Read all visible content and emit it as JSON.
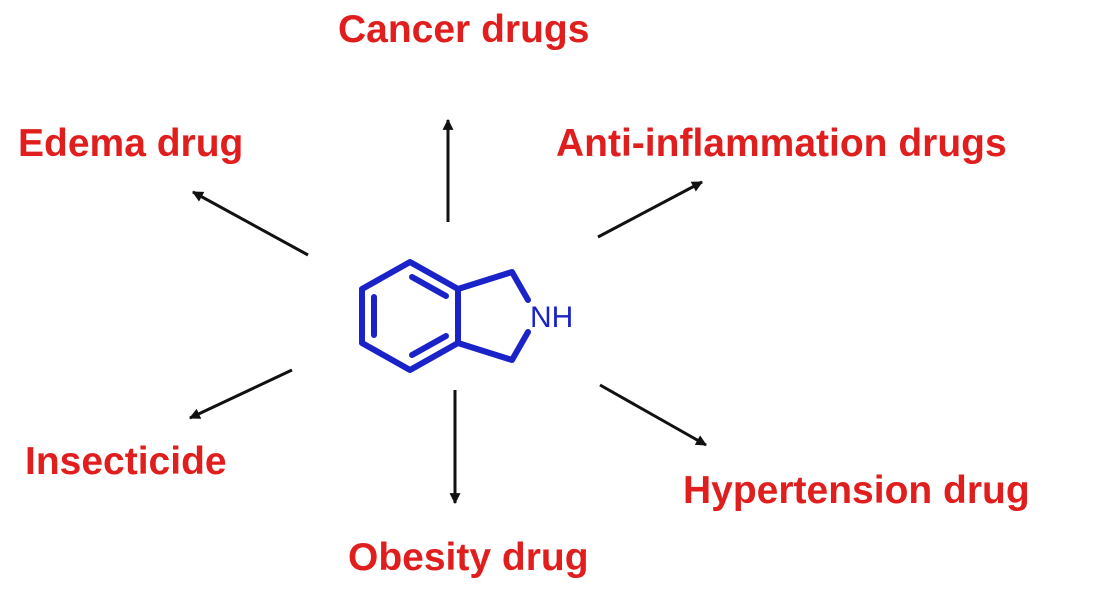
{
  "colors": {
    "label": "#e01e1e",
    "molecule": "#1a23c8",
    "arrow": "#111111"
  },
  "molecule": {
    "atom_label": "NH"
  },
  "applications": [
    {
      "label": "Cancer drugs"
    },
    {
      "label": "Edema drug"
    },
    {
      "label": "Anti-inflammation drugs"
    },
    {
      "label": "Insecticide"
    },
    {
      "label": "Hypertension drug"
    },
    {
      "label": "Obesity drug"
    }
  ]
}
